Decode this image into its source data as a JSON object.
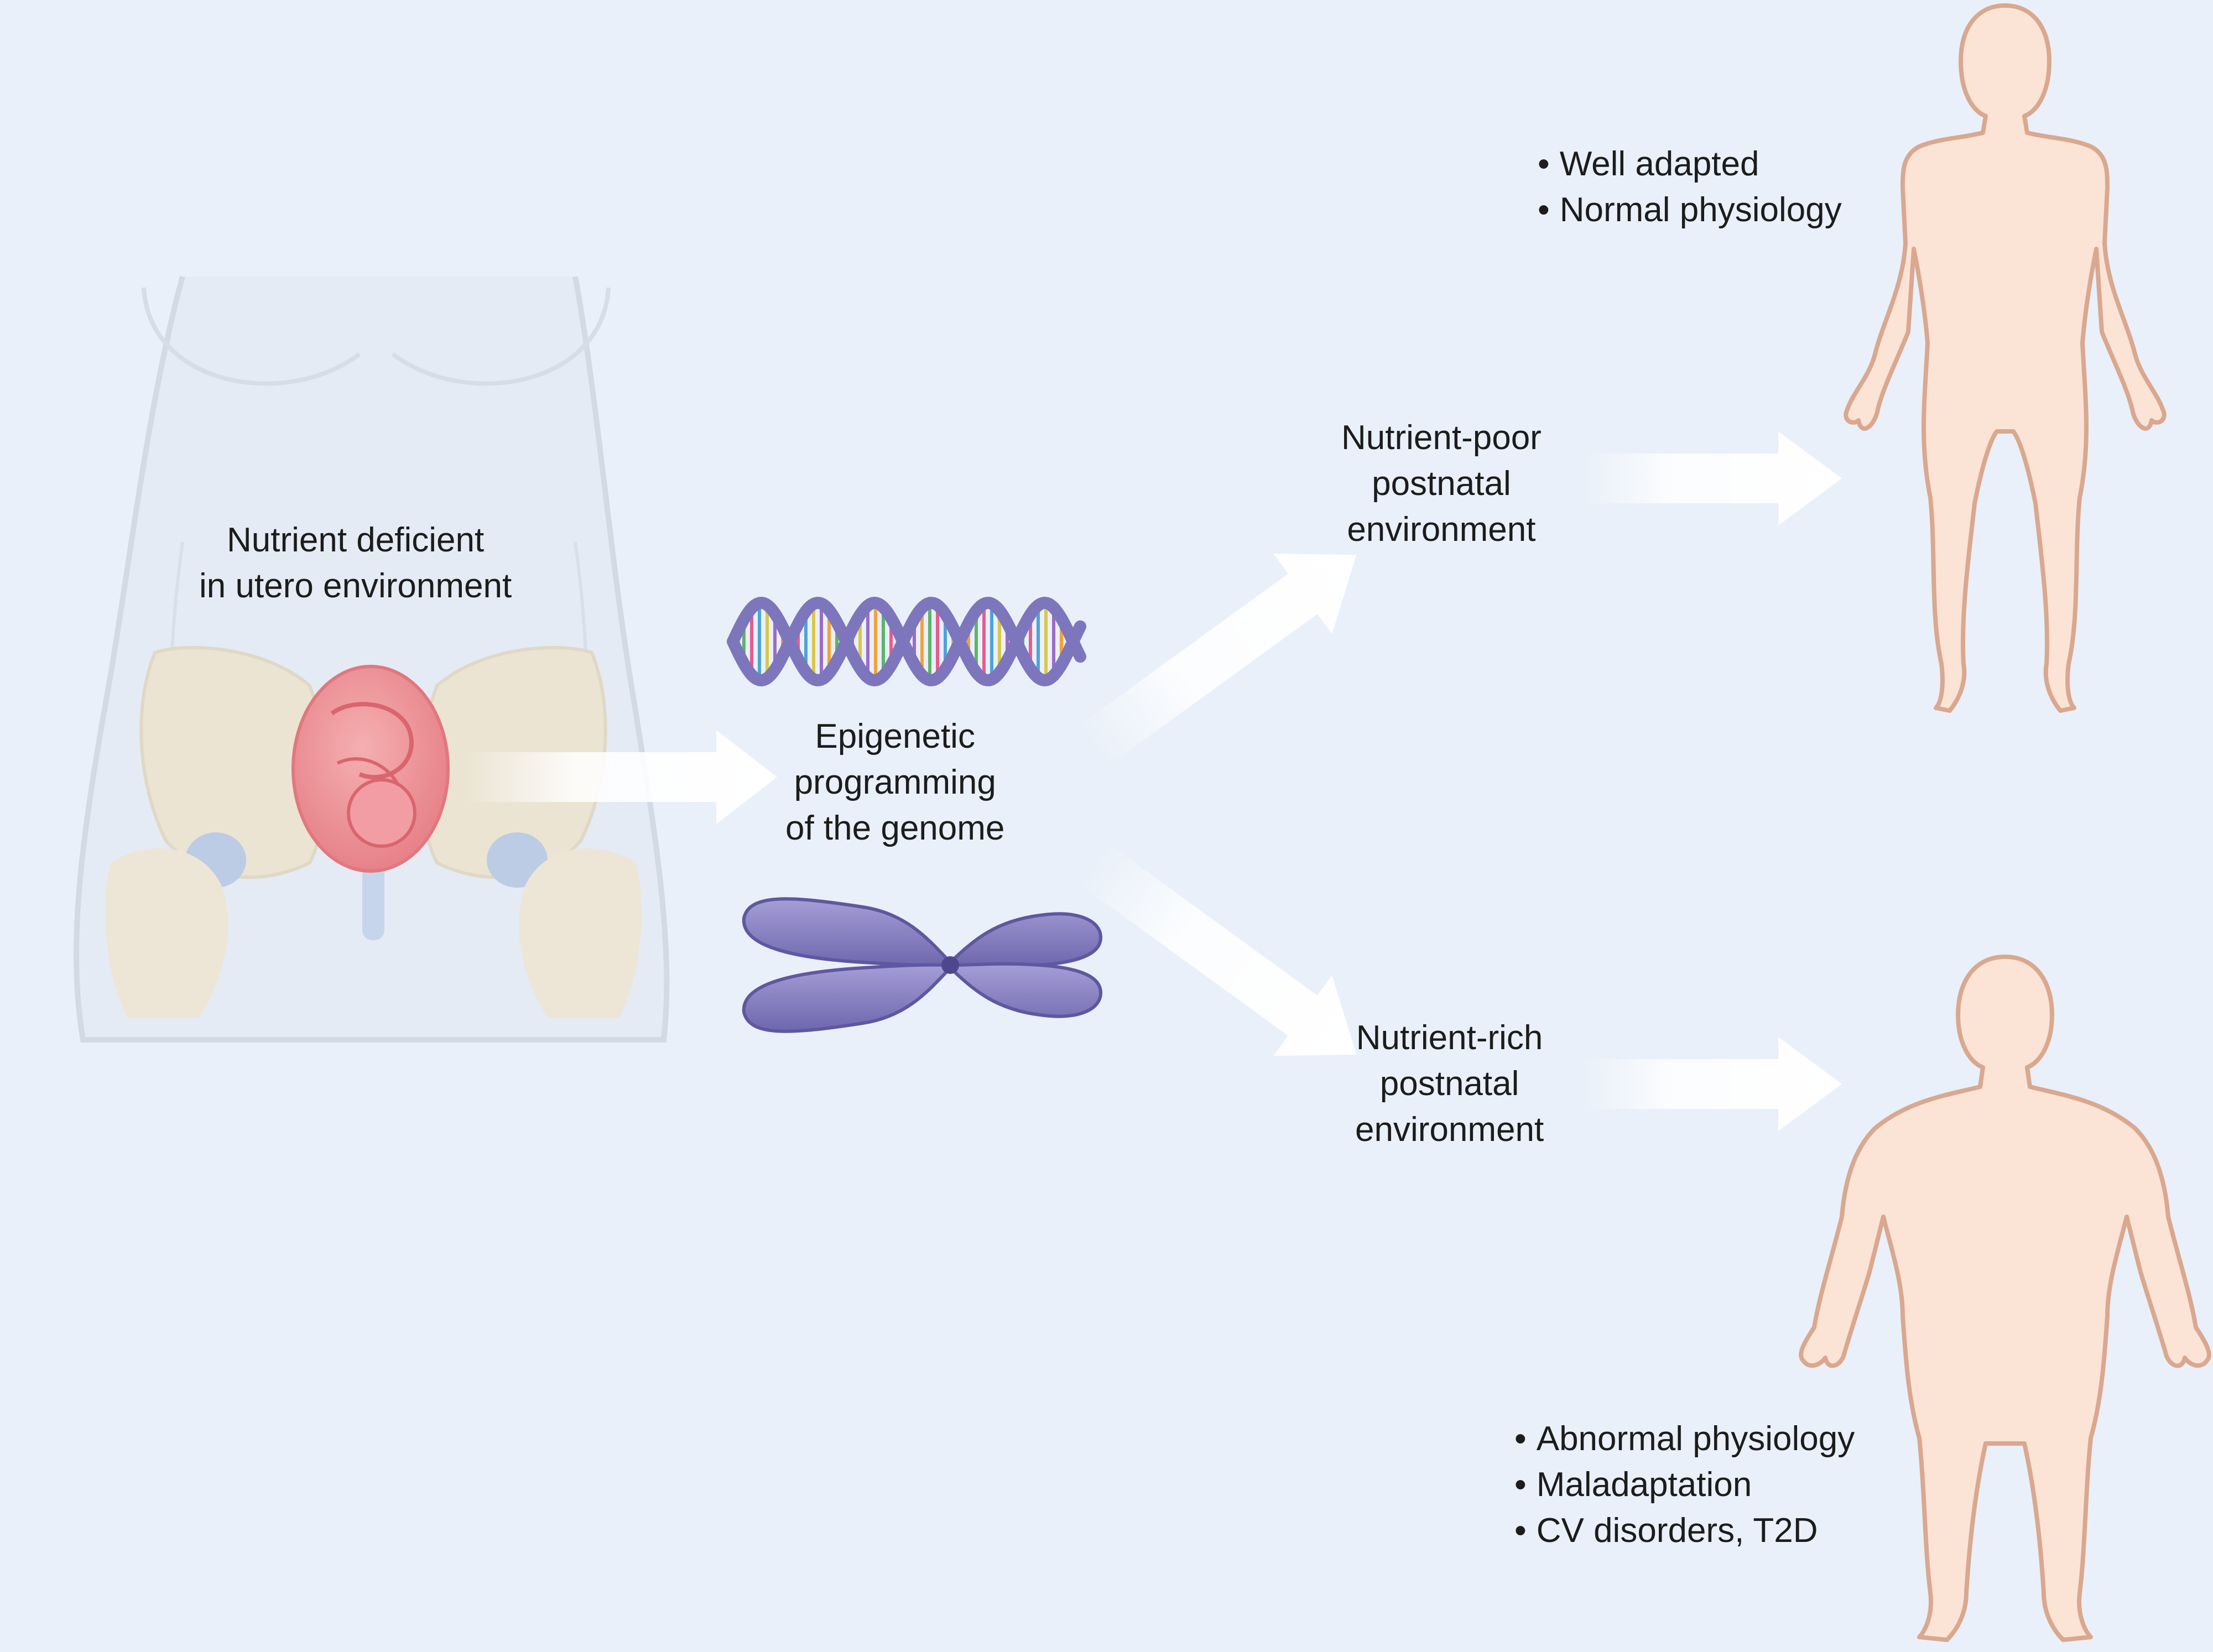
{
  "labels": {
    "uterus": [
      "Nutrient deficient",
      "in utero environment"
    ],
    "epigenetic": [
      "Epigenetic",
      "programming",
      "of the genome"
    ],
    "poor": [
      "Nutrient-poor",
      "postnatal",
      "environment"
    ],
    "rich": [
      "Nutrient-rich",
      "postnatal",
      "environment"
    ]
  },
  "outcomes": {
    "poor": [
      "Well adapted",
      "Normal physiology"
    ],
    "rich": [
      "Abnormal physiology",
      "Maladaptation",
      "CV disorders, T2D"
    ]
  },
  "colors": {
    "background": "#e9f0f9",
    "arrow": "#ffffff",
    "body_fill": "#fbe3d6",
    "body_stroke": "#d9a88f",
    "fetus": "#ee8286",
    "chromosome": "#8e86c4",
    "dna_backbone": "#8079bf",
    "bone": "#ece3cf",
    "torso_outline": "#cfd8e3"
  },
  "icons": [
    "torso-illustration",
    "fetus-icon",
    "dna-helix-icon",
    "chromosome-icon",
    "human-figure-icon"
  ]
}
